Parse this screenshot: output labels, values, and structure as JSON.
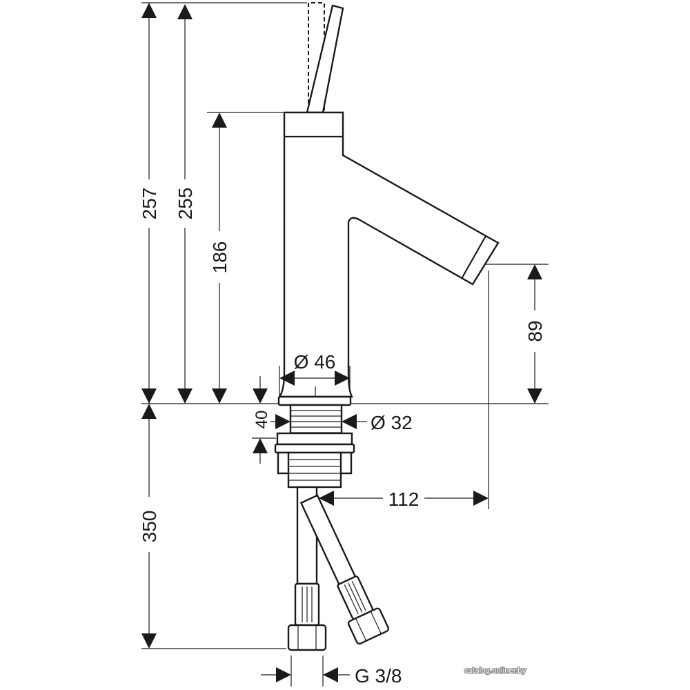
{
  "drawing": {
    "title": "Faucet dimension drawing",
    "dimensions": {
      "total_height": "257",
      "lever_height": "255",
      "body_height": "186",
      "spout_height": "89",
      "body_diameter": "Ø 46",
      "shank_diameter": "Ø 32",
      "mount_thickness": "40",
      "spout_reach": "112",
      "hose_length": "350",
      "connection_thread": "G 3/8"
    },
    "watermark": "catalog.onliner.by"
  }
}
